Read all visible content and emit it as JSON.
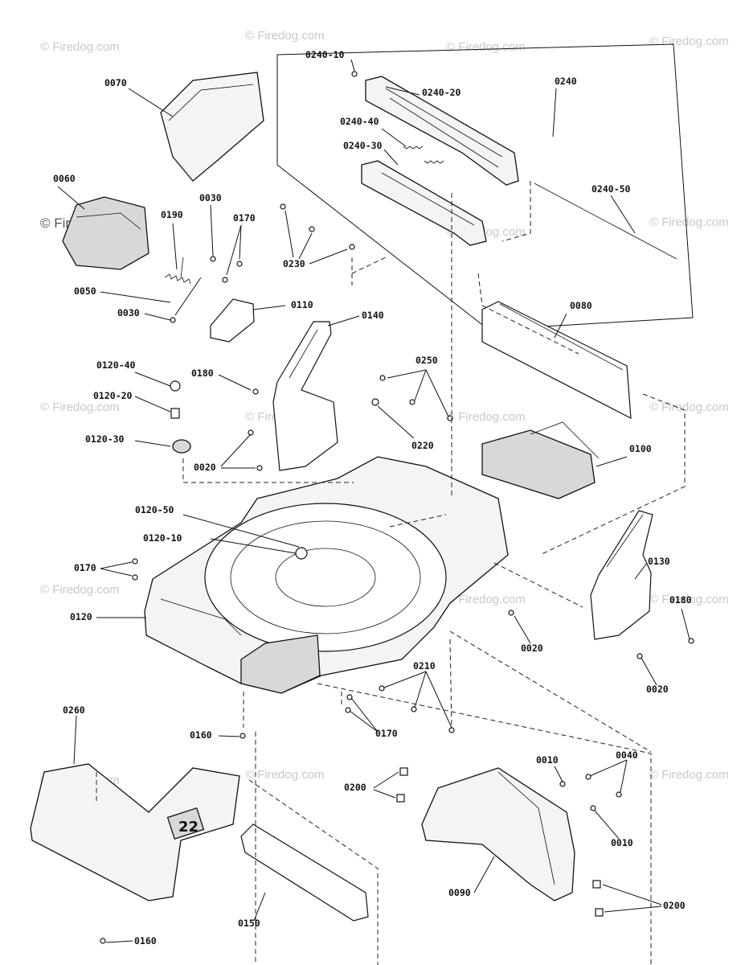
{
  "watermark": "© Firedog.com",
  "parts": {
    "p0240_10": "0240-10",
    "p0240_20": "0240-20",
    "p0240": "0240",
    "p0240_40": "0240-40",
    "p0240_30": "0240-30",
    "p0240_50": "0240-50",
    "p0070": "0070",
    "p0060": "0060",
    "p0190": "0190",
    "p0030_a": "0030",
    "p0170_a": "0170",
    "p0230": "0230",
    "p0050": "0050",
    "p0030_b": "0030",
    "p0110": "0110",
    "p0140": "0140",
    "p0080": "0080",
    "p0120_40": "0120-40",
    "p0180_a": "0180",
    "p0250": "0250",
    "p0120_20": "0120-20",
    "p0120_30": "0120-30",
    "p0220": "0220",
    "p0020_a": "0020",
    "p0100": "0100",
    "p0120_50": "0120-50",
    "p0120_10": "0120-10",
    "p0130": "0130",
    "p0170_b": "0170",
    "p0180_b": "0180",
    "p0120": "0120",
    "p0020_b": "0020",
    "p0020_c": "0020",
    "p0210": "0210",
    "p0170_c": "0170",
    "p0260": "0260",
    "p0160_a": "0160",
    "p0010_a": "0010",
    "p0040": "0040",
    "p0200_a": "0200",
    "p0010_b": "0010",
    "p0150": "0150",
    "p0090": "0090",
    "p0200_b": "0200",
    "p0160_b": "0160"
  },
  "badge_text": "22"
}
